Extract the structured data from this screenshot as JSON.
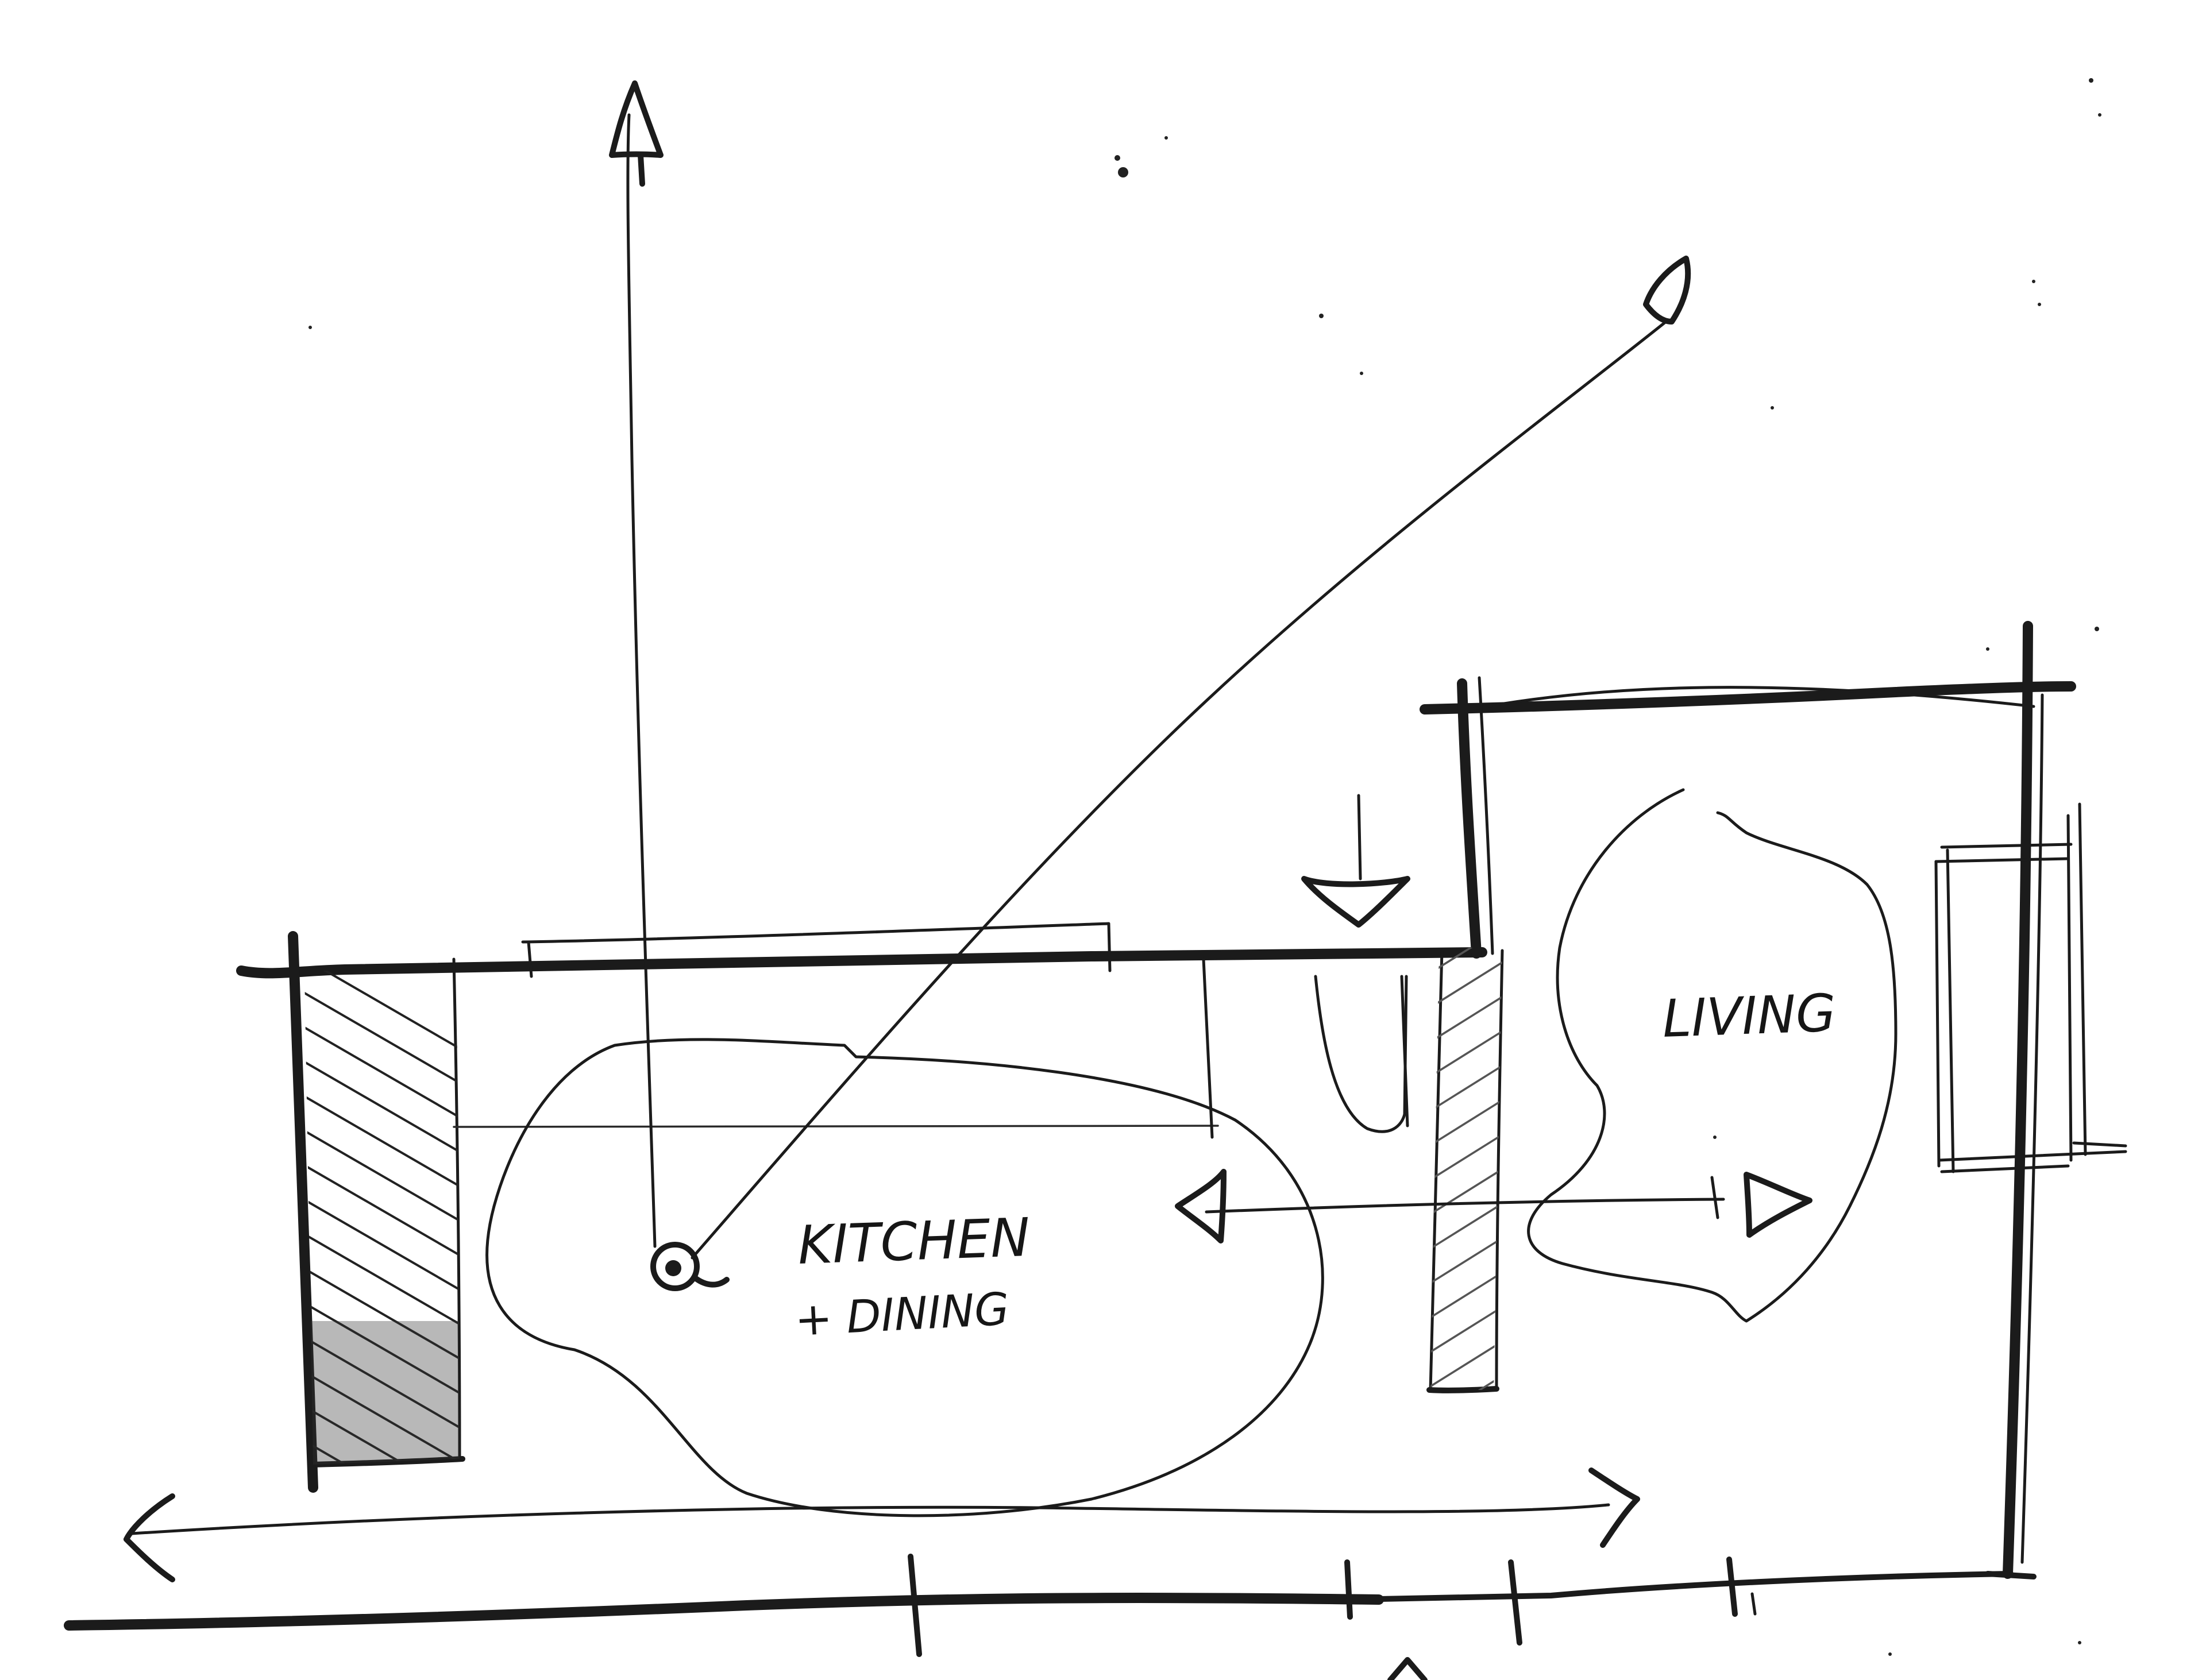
{
  "labels": {
    "kitchen_line1": "KITCHEN",
    "kitchen_line2": "+ DINING",
    "living": "LIVING"
  }
}
